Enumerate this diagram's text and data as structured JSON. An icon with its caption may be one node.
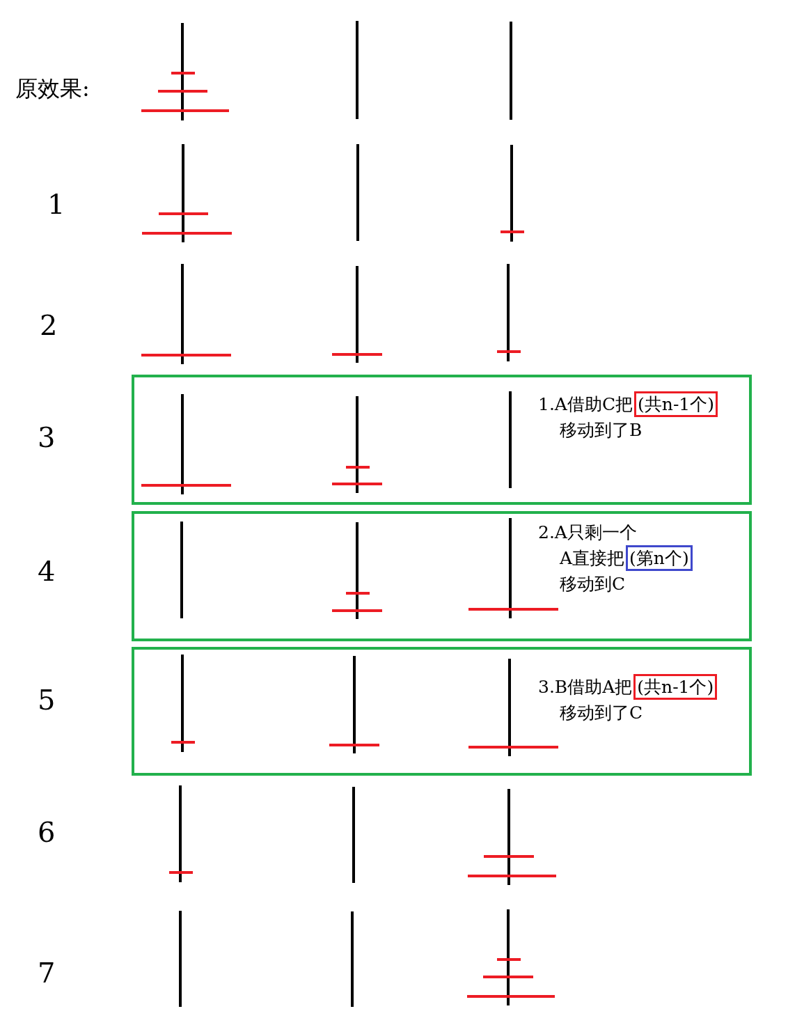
{
  "diagram": {
    "nodes": [
      {
        "text": [
          "1.A借助C把",
          "移动到了B"
        ]
      },
      {
        "text": [
          "(共n-1个)"
        ],
        "in": 0
      },
      {
        "text": [
          "2.A只剩一个",
          "A直接把",
          "移动到C"
        ]
      },
      {
        "text": [
          "(第n个)"
        ],
        "in": 2
      },
      {
        "text": [
          "3.B借助A把",
          "移动到了C"
        ]
      },
      {
        "text": [
          "(共n-1个)"
        ],
        "in": 4
      }
    ],
    "labels": [
      "原效果:",
      "1",
      "2",
      "3",
      "4",
      "5",
      "6",
      "7"
    ]
  }
}
